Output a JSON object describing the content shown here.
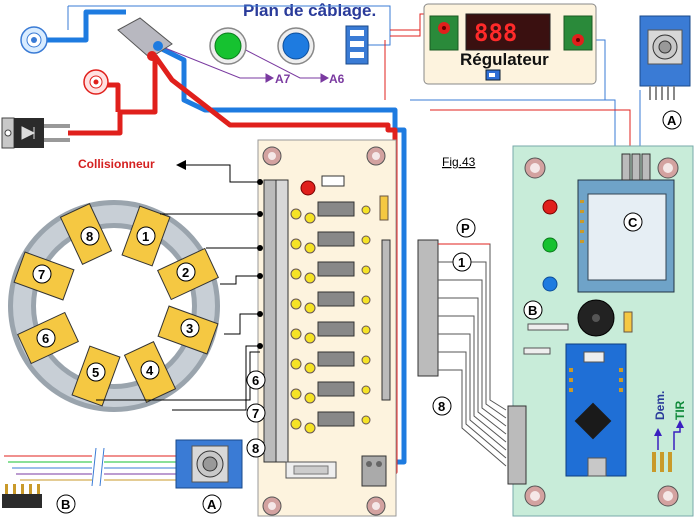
{
  "title": "Plan de câblage.",
  "figure_label": "Fig.43",
  "regulator": {
    "label": "Régulateur",
    "display": "888"
  },
  "collision_label": "Collisionneur",
  "pins": {
    "a7": "A7",
    "a6": "A6"
  },
  "coil_numbers": [
    "1",
    "2",
    "3",
    "4",
    "5",
    "6",
    "7",
    "8"
  ],
  "board_numbers": [
    "6",
    "7",
    "8"
  ],
  "connector_labels": {
    "a": "A",
    "b": "B",
    "c": "C",
    "p": "P",
    "one": "1",
    "eight": "8"
  },
  "switch_labels": {
    "dem": "Dem.",
    "tir": "TIR"
  },
  "colors": {
    "title": "#2a3b9a",
    "wire_blue": "#1e7be0",
    "wire_red": "#e0201c",
    "board_cream": "#fdf3de",
    "board_green": "#c8ecd9",
    "coil_yellow": "#f5c842",
    "arduino_blue": "#1f6fd6",
    "label_red": "#d42020",
    "label_purple": "#7a3aa0"
  }
}
